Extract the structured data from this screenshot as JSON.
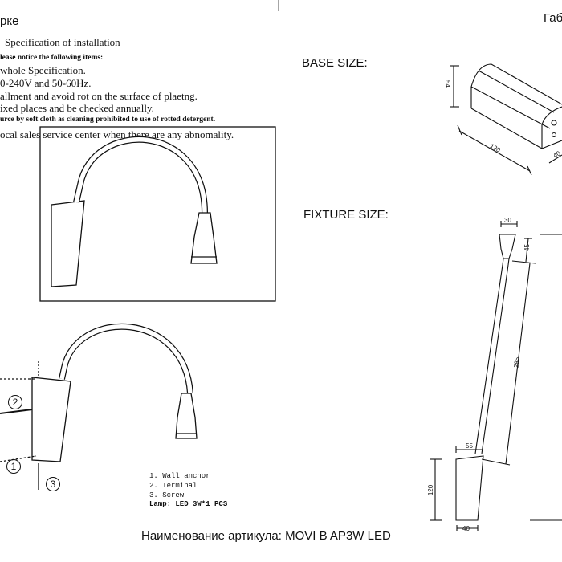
{
  "left": {
    "title_fragment": "рке",
    "spec_heading": "Specification of installation",
    "lines": [
      "lease notice the following items:",
      "whole Specification.",
      "0-240V and 50-60Hz.",
      "allment and avoid rot on the surface of plaetng.",
      "ixed places and be checked annually.",
      "urce by soft cloth as cleaning prohibited to use of rotted detergent.",
      "ocal sales service center when there are any abnomality."
    ],
    "legend": [
      "1. Wall anchor",
      "2. Terminal",
      "3. Screw",
      "Lamp: LED 3W*1 PCS"
    ],
    "callouts": [
      "1",
      "2",
      "3"
    ]
  },
  "right": {
    "header_fragment": "Габ",
    "base_size_label": "BASE SIZE:",
    "fixture_size_label": "FIXTURE SIZE:",
    "base_dims": {
      "height": "54",
      "length": "120",
      "depth": "40"
    },
    "fixture_dims": {
      "head_width": "30",
      "head_height": "45",
      "arm_length": "285",
      "arm_offset": "55",
      "base_height": "120",
      "base_width": "40"
    }
  },
  "footer": "Наименование артикула: MOVI B AP3W LED"
}
